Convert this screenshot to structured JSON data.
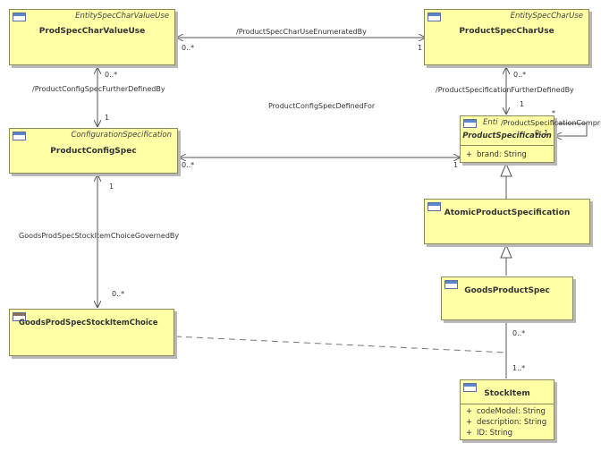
{
  "classes": {
    "prod_spec_char_value_use": {
      "stereotype": "EntitySpecCharValueUse",
      "name": "ProdSpecCharValueUse"
    },
    "product_spec_char_use": {
      "stereotype": "EntitySpecCharUse",
      "name": "ProductSpecCharUse"
    },
    "product_config_spec": {
      "stereotype": "ConfigurationSpecification",
      "name": "ProductConfigSpec"
    },
    "product_specification": {
      "stereotype": "Enti",
      "name": "ProductSpecification",
      "attributes": [
        {
          "visibility": "+",
          "text": "brand: String"
        }
      ]
    },
    "atomic_product_specification": {
      "name": "AtomicProductSpecification"
    },
    "goods_prod_spec_stock_item_choice": {
      "name": "GoodsProdSpecStockItemChoice"
    },
    "goods_product_spec": {
      "name": "GoodsProductSpec"
    },
    "stock_item": {
      "name": "StockItem",
      "attributes": [
        {
          "visibility": "+",
          "text": "codeModel: String"
        },
        {
          "visibility": "+",
          "text": "description: String"
        },
        {
          "visibility": "+",
          "text": "ID: String"
        }
      ]
    }
  },
  "associations": {
    "enumerated_by": {
      "label": "/ProductSpecCharUseEnumeratedBy",
      "source_mult": "0..*",
      "target_mult": "1"
    },
    "config_further_defined_by": {
      "label": "/ProductConfigSpecFurtherDefinedBy",
      "source_mult": "0..*",
      "target_mult": "1"
    },
    "spec_further_defined_by": {
      "label": "/ProductSpecificationFurtherDefinedBy",
      "source_mult": "0..*",
      "target_mult": "1"
    },
    "config_spec_defined_for": {
      "label": "ProductConfigSpecDefinedFor",
      "source_mult": "0..*",
      "target_mult": "1"
    },
    "spec_comprised_of": {
      "label": "/ProductSpecificationCompri",
      "source_mult": "*",
      "target_mult": "0..1"
    },
    "stock_item_choice_governed_by": {
      "label": "GoodsProdSpecStockItemChoiceGovernedBy",
      "source_mult": "1",
      "target_mult": "0..*"
    },
    "goods_stock_item": {
      "source_mult": "0..*",
      "target_mult": "1..*"
    }
  },
  "colors": {
    "class_fill": "#ffffa6",
    "class_border": "#8a8a5a",
    "line": "#555555",
    "shadow": "#b8b8b8"
  }
}
